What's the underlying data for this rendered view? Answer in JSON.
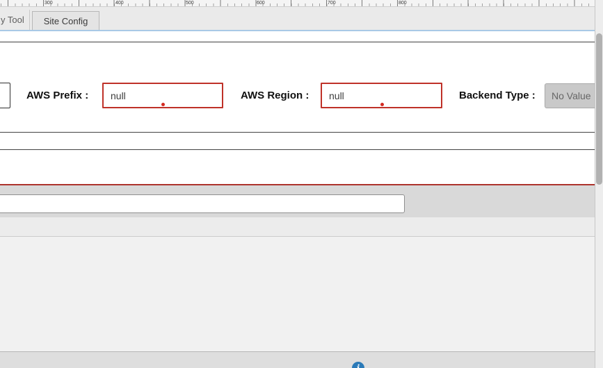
{
  "ruler": {
    "labels": [
      "300",
      "400",
      "500",
      "600",
      "700",
      "800"
    ]
  },
  "tabs": {
    "left_tab": "y Tool",
    "active_tab": "Site Config"
  },
  "form": {
    "aws_prefix": {
      "label": "AWS Prefix :",
      "value": "null"
    },
    "aws_region": {
      "label": "AWS Region :",
      "value": "null"
    },
    "backend_type": {
      "label": "Backend Type :",
      "value": "No Value"
    },
    "clipped_field_value": ""
  },
  "band_input": {
    "value": ""
  },
  "footer": {
    "info_glyph": "i"
  },
  "colors": {
    "error_border": "#bf3128",
    "error_dot": "#d32a22",
    "tab_accent_line": "#a9c9e6",
    "red_divider": "#ad332c",
    "info_blue": "#2b7ab8",
    "disabled_field_bg": "#c9c9c9"
  }
}
